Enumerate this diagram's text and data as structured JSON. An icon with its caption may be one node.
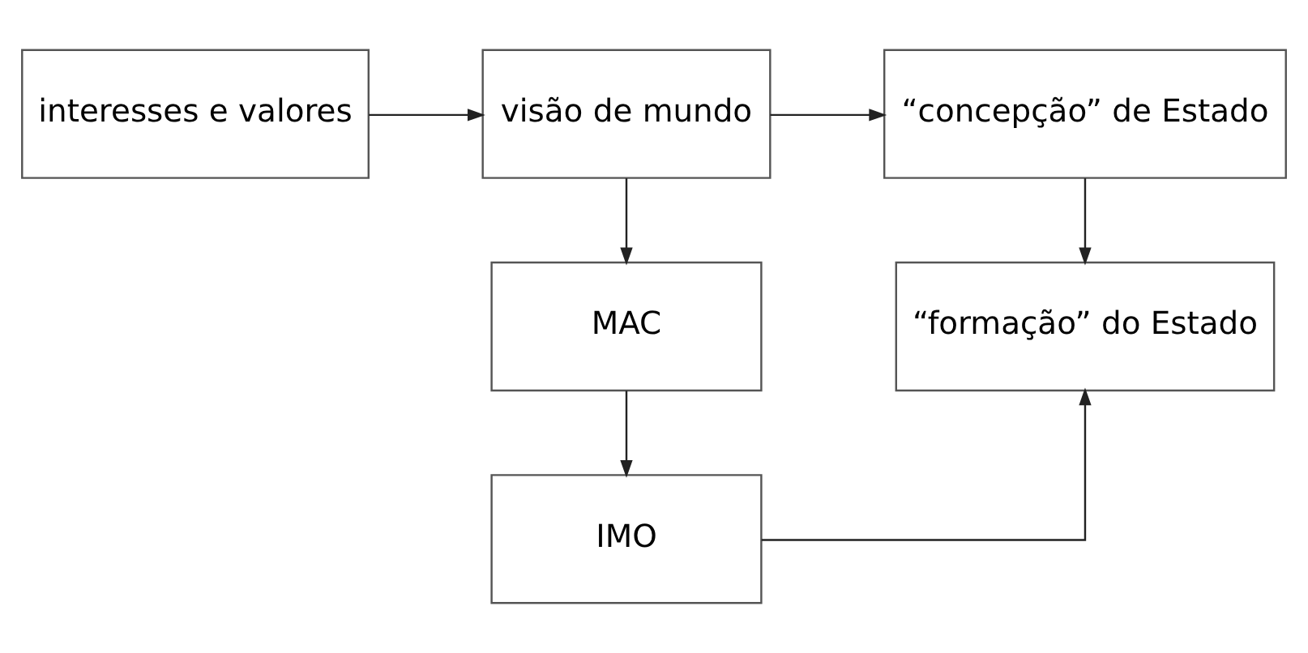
{
  "diagram": {
    "nodes": [
      {
        "text": [
          "interesses e valores"
        ]
      },
      {
        "text": [
          "visão de mundo"
        ]
      },
      {
        "text": [
          "“concepção” de Estado"
        ]
      },
      {
        "text": [
          "MAC"
        ]
      },
      {
        "text": [
          "“formação” do Estado"
        ]
      },
      {
        "text": [
          "IMO"
        ]
      }
    ],
    "edges": [
      {
        "from": 0,
        "to": 1,
        "arrow": "to"
      },
      {
        "from": 1,
        "to": 2,
        "arrow": "to"
      },
      {
        "from": 1,
        "to": 3,
        "arrow": "to"
      },
      {
        "from": 2,
        "to": 4,
        "arrow": "to"
      },
      {
        "from": 3,
        "to": 5,
        "arrow": "to"
      },
      {
        "from": 5,
        "to": 4,
        "arrow": "to"
      }
    ]
  }
}
